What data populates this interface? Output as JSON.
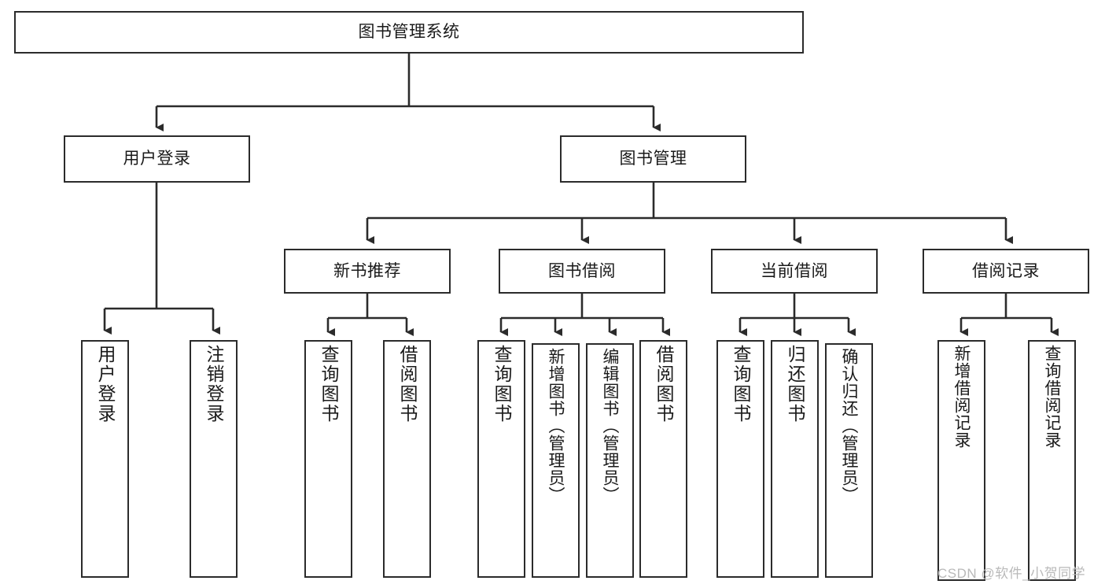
{
  "diagram": {
    "type": "tree-hierarchy",
    "title": "图书管理系统",
    "root": {
      "label": "图书管理系统"
    },
    "level2": [
      {
        "label": "用户登录"
      },
      {
        "label": "图书管理"
      }
    ],
    "level3": [
      {
        "label": "新书推荐"
      },
      {
        "label": "图书借阅"
      },
      {
        "label": "当前借阅"
      },
      {
        "label": "借阅记录"
      }
    ],
    "leaves": {
      "user_login": [
        {
          "label": "用户登录"
        },
        {
          "label": "注销登录"
        }
      ],
      "new_book_recommend": [
        {
          "label": "查询图书"
        },
        {
          "label": "借阅图书"
        }
      ],
      "book_borrow": [
        {
          "label": "查询图书"
        },
        {
          "label": "新增图书（管理员）"
        },
        {
          "label": "编辑图书（管理员）"
        },
        {
          "label": "借阅图书"
        }
      ],
      "current_borrow": [
        {
          "label": "查询图书"
        },
        {
          "label": "归还图书"
        },
        {
          "label": "确认归还（管理员）"
        }
      ],
      "borrow_record": [
        {
          "label": "新增借阅记录"
        },
        {
          "label": "查询借阅记录"
        }
      ]
    }
  },
  "watermark": {
    "text": "CSDN @软件_小贺同学"
  },
  "colors": {
    "stroke": "#2b2b2b",
    "text": "#1a1a1a",
    "background": "#ffffff",
    "watermark": "#b9b9b9"
  }
}
